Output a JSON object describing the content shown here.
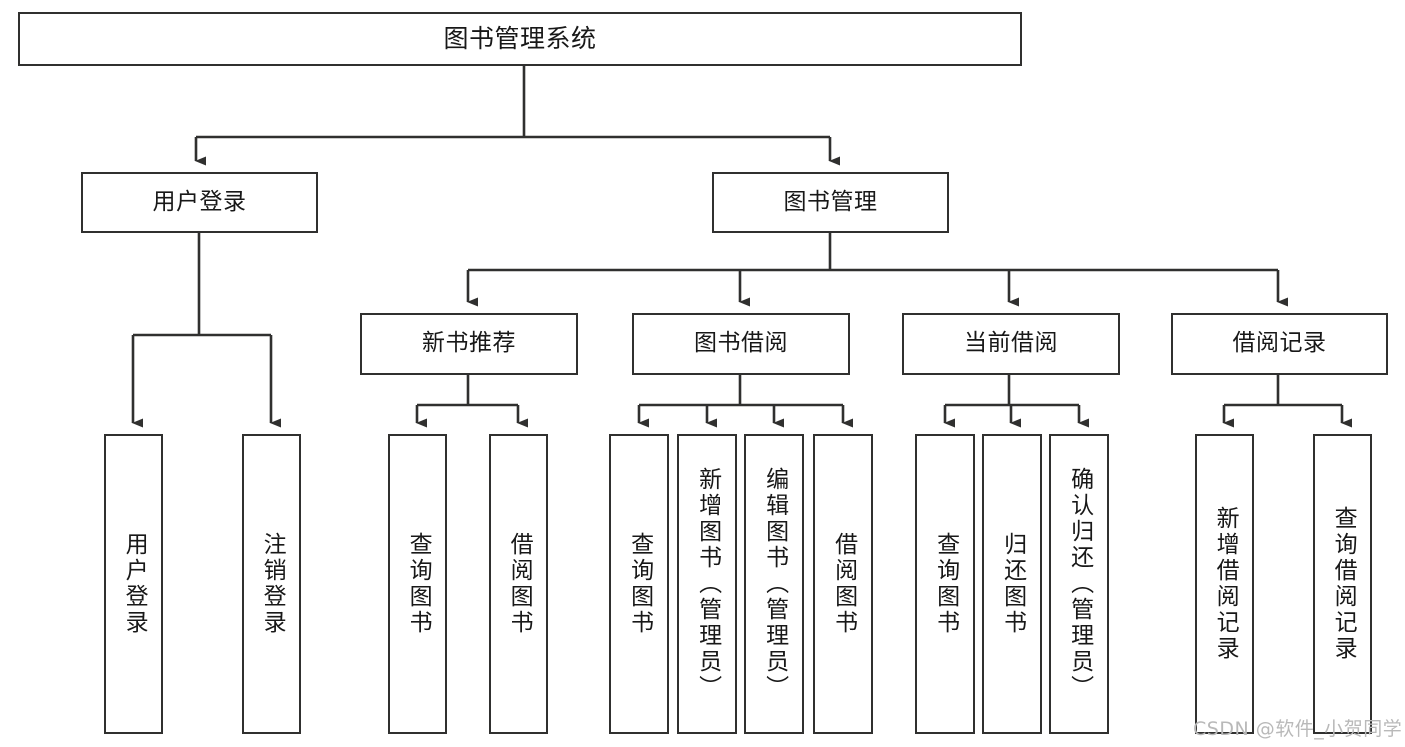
{
  "diagram": {
    "title": "图书管理系统",
    "type": "functional-structure-tree",
    "watermark": "CSDN @软件_小贺同学",
    "colors": {
      "border": "#30302f",
      "background": "#ffffff",
      "text": "#181818",
      "watermark": "#b9b9b9"
    }
  },
  "root": {
    "label": "图书管理系统"
  },
  "level2": [
    {
      "label": "用户登录"
    },
    {
      "label": "图书管理"
    }
  ],
  "level3": [
    {
      "label": "新书推荐"
    },
    {
      "label": "图书借阅"
    },
    {
      "label": "当前借阅"
    },
    {
      "label": "借阅记录"
    }
  ],
  "leaves": {
    "user_login": [
      {
        "label": "用户登录"
      },
      {
        "label": "注销登录"
      }
    ],
    "new_book": [
      {
        "label": "查询图书"
      },
      {
        "label": "借阅图书"
      }
    ],
    "book_borrow": [
      {
        "label": "查询图书"
      },
      {
        "label": "新增图书（管理员）"
      },
      {
        "label": "编辑图书（管理员）"
      },
      {
        "label": "借阅图书"
      }
    ],
    "current_borrow": [
      {
        "label": "查询图书"
      },
      {
        "label": "归还图书"
      },
      {
        "label": "确认归还（管理员）"
      }
    ],
    "borrow_record": [
      {
        "label": "新增借阅记录"
      },
      {
        "label": "查询借阅记录"
      }
    ]
  }
}
